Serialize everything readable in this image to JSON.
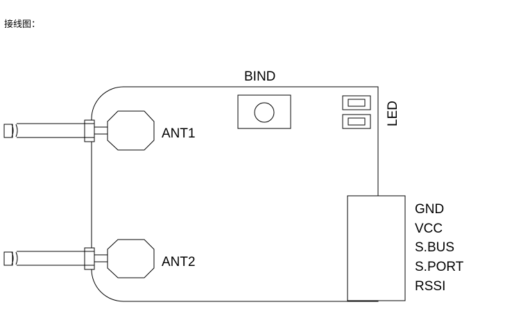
{
  "caption": "接线图：",
  "labels": {
    "bind": "BIND",
    "led": "LED",
    "ant1": "ANT1",
    "ant2": "ANT2"
  },
  "pins": [
    "GND",
    "VCC",
    "S.BUS",
    "S.PORT",
    "RSSI"
  ]
}
